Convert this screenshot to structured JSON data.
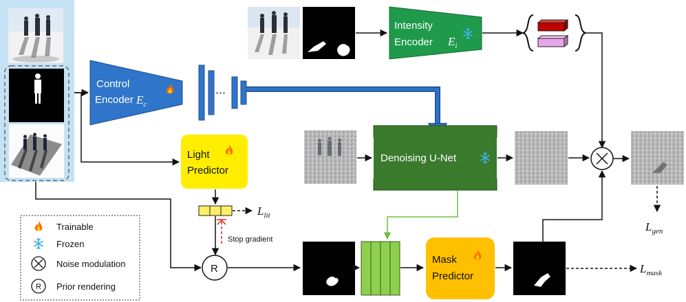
{
  "blocks": {
    "control_encoder": {
      "line1": "Control",
      "line2": "Encoder",
      "symbol": "E",
      "sub": "c"
    },
    "intensity_encoder": {
      "line1": "Intensity",
      "line2": "Encoder",
      "symbol": "E",
      "sub": "i"
    },
    "light_predictor": {
      "line1": "Light",
      "line2": "Predictor"
    },
    "unet": {
      "label": "Denoising U-Net"
    },
    "mask_predictor": {
      "line1": "Mask",
      "line2": "Predictor"
    },
    "prior_render_node": "R"
  },
  "labels": {
    "l_lit": {
      "symbol": "L",
      "sub": "lit"
    },
    "l_gen": {
      "symbol": "L",
      "sub": "gen"
    },
    "l_mask": {
      "symbol": "L",
      "sub": "mask"
    },
    "stop_gradient": "Stop gradient",
    "dots": "⋯"
  },
  "legend": {
    "trainable": "Trainable",
    "frozen": "Frozen",
    "noise_modulation": "Noise modulation",
    "prior_rendering": "Prior rendering",
    "r_symbol": "R"
  },
  "colors": {
    "encoder_blue": "#2f75c9",
    "unet_green": "#3a7a2c",
    "intensity_green": "#1e9a4a",
    "light_yellow": "#ffee00",
    "mask_orange": "#ffc000",
    "feature_green": "#8fcf4e",
    "input_panel": "#c5e2f4"
  },
  "icons": [
    "fire-icon",
    "snowflake-icon",
    "cross-circle-icon"
  ]
}
